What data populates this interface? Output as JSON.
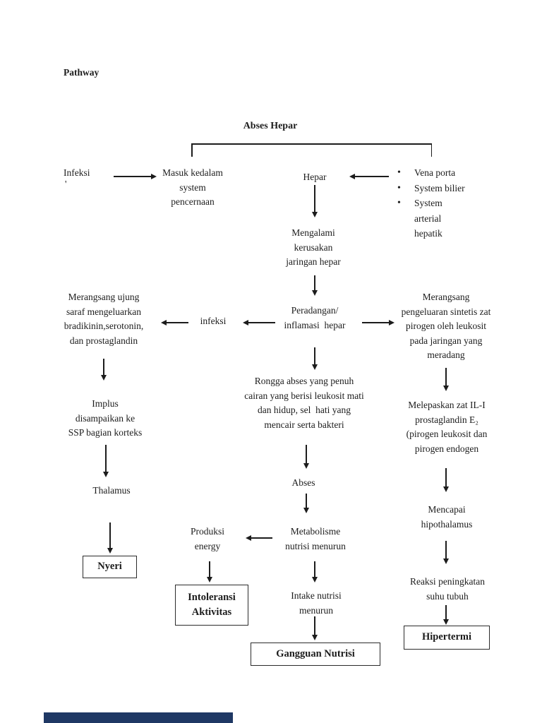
{
  "page": {
    "heading": "Pathway",
    "footer_color": "#1f3864",
    "footer_style": "background:#1f3864"
  },
  "diagram": {
    "title": "Abses Hepar",
    "nodes": {
      "infeksi": "Infeksi",
      "stray_mark": "'",
      "masuk_kedalam": "Masuk kedalam\nsystem\npencernaan",
      "hepar": "Hepar",
      "mengalami": "Mengalami\nkerusakan\njaringan hepar",
      "merangsang_saraf": "Merangsang ujung\nsaraf mengeluarkan\nbradikinin,serotonin,\ndan prostaglandin",
      "infeksi_mid": "infeksi",
      "peradangan": "Peradangan/\ninflamasi  hepar",
      "merangsang_pirogen": "Merangsang\npengeluaran sintetis zat\npirogen oleh leukosit\npada jaringan yang\nmeradang",
      "implus": "Implus\ndisampaikan ke\nSSP bagian korteks",
      "rongga": "Rongga abses yang penuh\ncairan yang berisi leukosit mati\ndan hidup, sel  hati yang\nmencair serta bakteri",
      "melepaskan": "Melepaskan zat IL-I\nprostaglandin E₂\n(pirogen leukosit dan\npirogen endogen",
      "thalamus": "Thalamus",
      "abses": "Abses",
      "mencapai": "Mencapai\nhipothalamus",
      "produksi": "Produksi\nenergy",
      "metabolisme": "Metabolisme\nnutrisi menurun",
      "reaksi": "Reaksi peningkatan\nsuhu tubuh",
      "intake": "Intake nutrisi\nmenurun",
      "nyeri": "Nyeri",
      "intoleransi": "Intoleransi\nAktivitas",
      "gangguan": "Gangguan Nutrisi",
      "hipertermi": "Hipertermi"
    },
    "sources": [
      "Vena porta",
      "System bilier",
      "System arterial hepatik"
    ]
  }
}
